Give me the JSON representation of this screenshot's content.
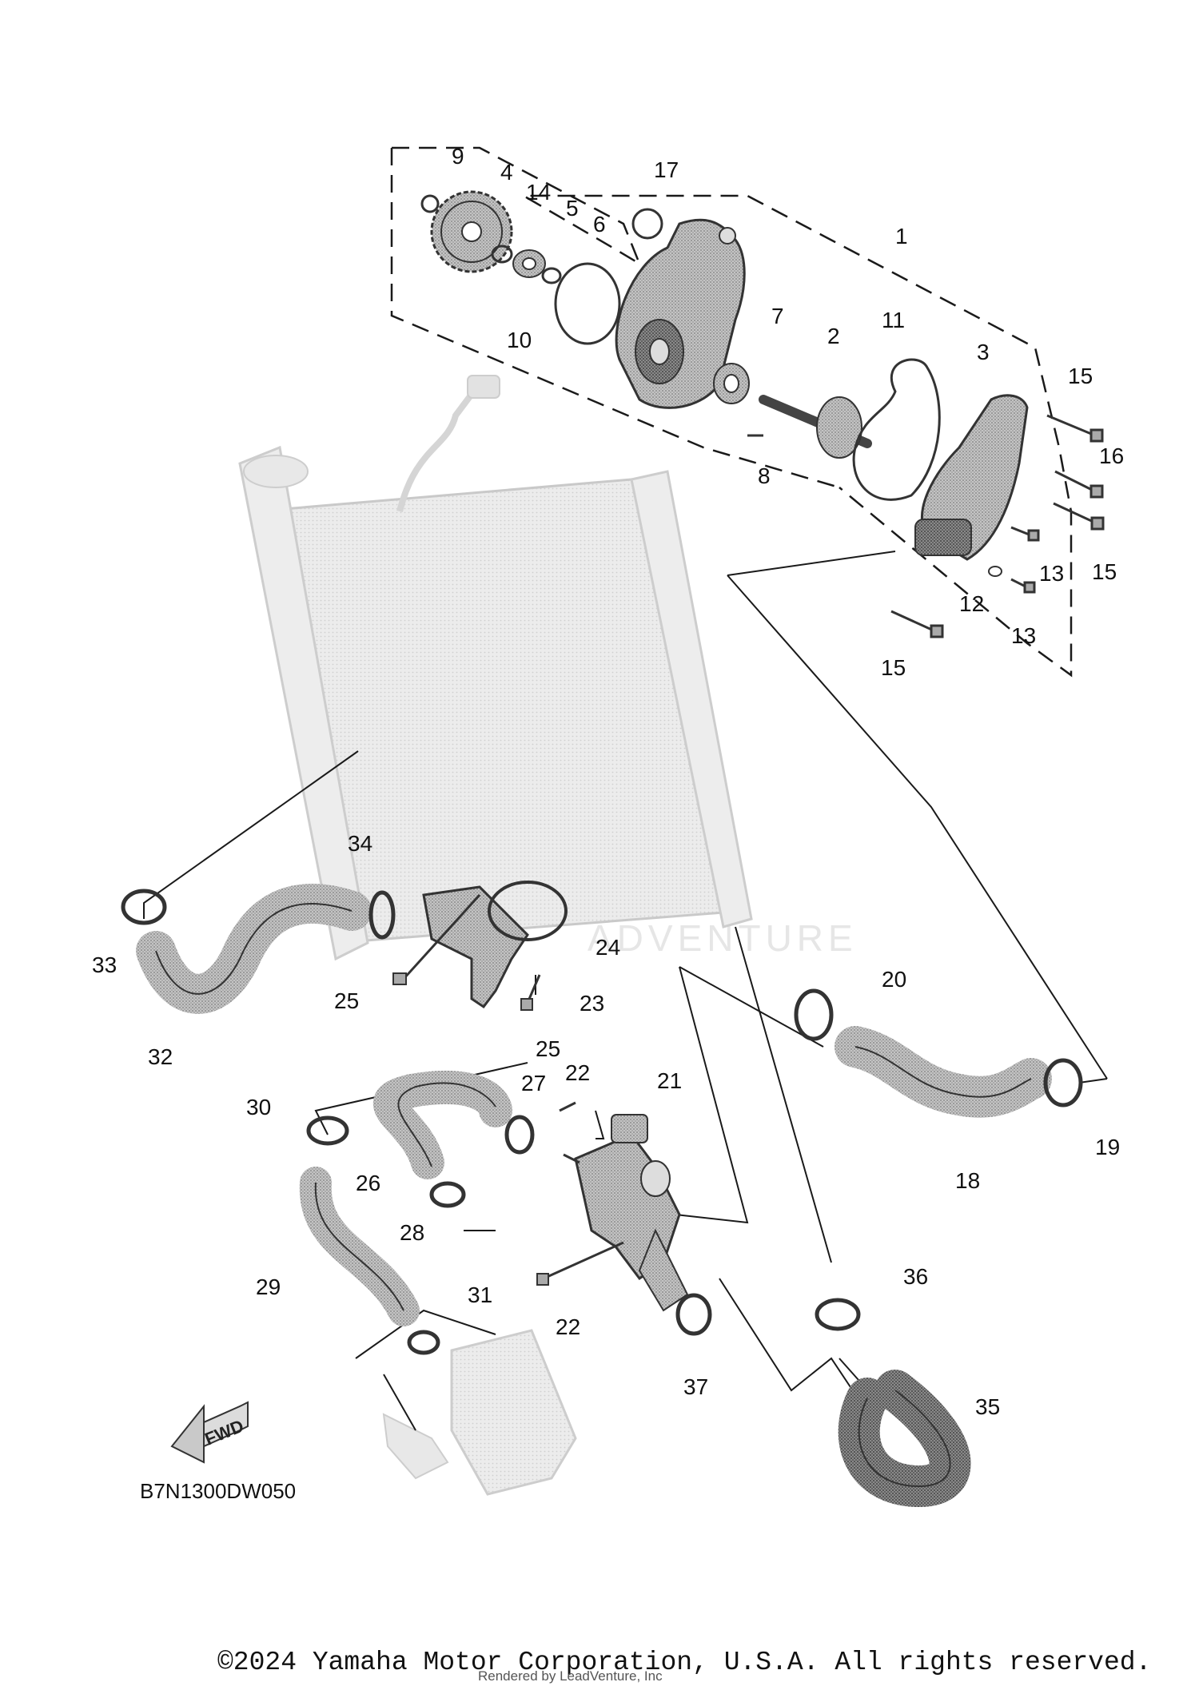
{
  "diagram": {
    "code": "B7N1300DW050",
    "fwd_label": "FWD",
    "watermark": "ADVENTURE",
    "callouts": {
      "p1": "1",
      "p2": "2",
      "p3": "3",
      "p4": "4",
      "p5": "5",
      "p6": "6",
      "p7": "7",
      "p8": "8",
      "p9": "9",
      "p10": "10",
      "p11": "11",
      "p12": "12",
      "p13a": "13",
      "p13b": "13",
      "p14": "14",
      "p15a": "15",
      "p15b": "15",
      "p15c": "15",
      "p16": "16",
      "p17": "17",
      "p18": "18",
      "p19": "19",
      "p20": "20",
      "p21": "21",
      "p22a": "22",
      "p22b": "22",
      "p23": "23",
      "p24": "24",
      "p25a": "25",
      "p25b": "25",
      "p26": "26",
      "p27": "27",
      "p28": "28",
      "p29": "29",
      "p30": "30",
      "p31": "31",
      "p32": "32",
      "p33": "33",
      "p34": "34",
      "p35": "35",
      "p36": "36",
      "p37": "37"
    }
  },
  "footer": {
    "copyright": "©2024 Yamaha Motor Corporation, U.S.A. All rights reserved.",
    "rendered_by": "Rendered by LeadVenture, Inc"
  },
  "colors": {
    "part_fill": "#b8b8b8",
    "part_dark": "#6e6e6e",
    "ghost": "#e2e2e2",
    "line": "#1a1a1a"
  }
}
